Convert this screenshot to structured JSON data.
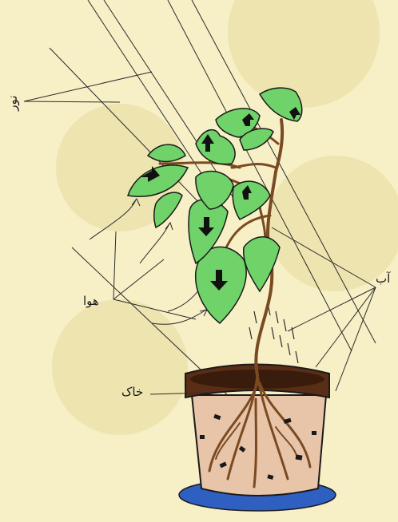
{
  "labels": {
    "light": "نور",
    "air": "هوا",
    "water": "آب",
    "soil": "خاک"
  },
  "colors": {
    "background": "#f7efc6",
    "blob": "#ede4b0",
    "leaf": "#6fd36a",
    "stem": "#7a4a22",
    "pot": "#e8c4a8",
    "pot_rim": "#5a2e16",
    "saucer": "#2f5fc0",
    "line": "#2b2b2b"
  }
}
